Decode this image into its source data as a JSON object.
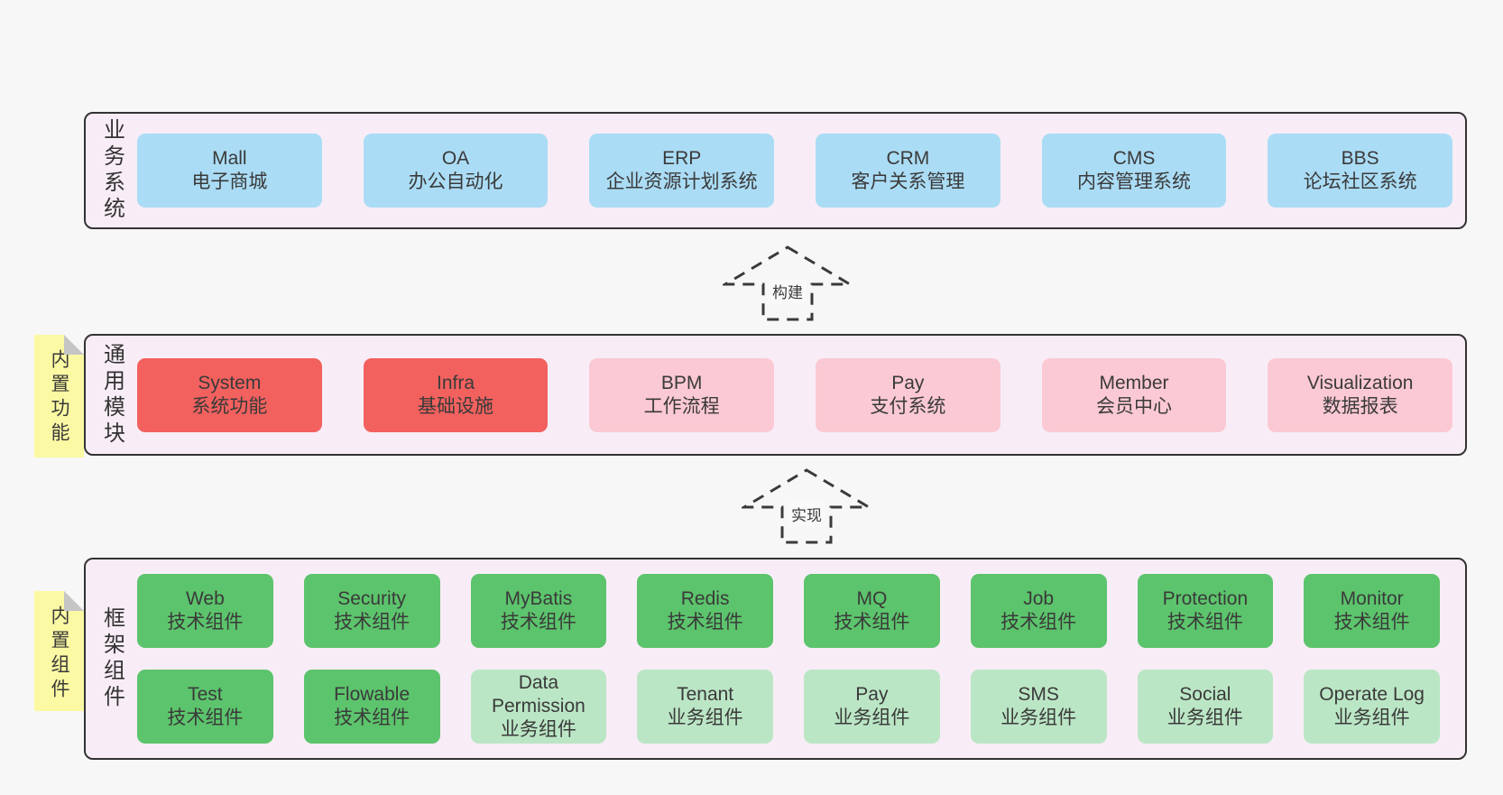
{
  "diagram": {
    "arrows": [
      {
        "label": "构建"
      },
      {
        "label": "实现"
      }
    ],
    "layers": [
      {
        "label": "业务系统",
        "boxes": [
          {
            "en": "Mall",
            "zh": "电子商城"
          },
          {
            "en": "OA",
            "zh": "办公自动化"
          },
          {
            "en": "ERP",
            "zh": "企业资源计划系统"
          },
          {
            "en": "CRM",
            "zh": "客户关系管理"
          },
          {
            "en": "CMS",
            "zh": "内容管理系统"
          },
          {
            "en": "BBS",
            "zh": "论坛社区系统"
          }
        ]
      },
      {
        "tab": "内置功能",
        "label": "通用模块",
        "boxes": [
          {
            "en": "System",
            "zh": "系统功能"
          },
          {
            "en": "Infra",
            "zh": "基础设施"
          },
          {
            "en": "BPM",
            "zh": "工作流程"
          },
          {
            "en": "Pay",
            "zh": "支付系统"
          },
          {
            "en": "Member",
            "zh": "会员中心"
          },
          {
            "en": "Visualization",
            "zh": "数据报表"
          }
        ]
      },
      {
        "tab": "内置组件",
        "label": "框架组件",
        "rows": [
          [
            {
              "en": "Web",
              "zh": "技术组件"
            },
            {
              "en": "Security",
              "zh": "技术组件"
            },
            {
              "en": "MyBatis",
              "zh": "技术组件"
            },
            {
              "en": "Redis",
              "zh": "技术组件"
            },
            {
              "en": "MQ",
              "zh": "技术组件"
            },
            {
              "en": "Job",
              "zh": "技术组件"
            },
            {
              "en": "Protection",
              "zh": "技术组件"
            },
            {
              "en": "Monitor",
              "zh": "技术组件"
            }
          ],
          [
            {
              "en": "Test",
              "zh": "技术组件"
            },
            {
              "en": "Flowable",
              "zh": "技术组件"
            },
            {
              "en": "Data Permission",
              "zh": "业务组件"
            },
            {
              "en": "Tenant",
              "zh": "业务组件"
            },
            {
              "en": "Pay",
              "zh": "业务组件"
            },
            {
              "en": "SMS",
              "zh": "业务组件"
            },
            {
              "en": "Social",
              "zh": "业务组件"
            },
            {
              "en": "Operate Log",
              "zh": "业务组件"
            }
          ]
        ]
      }
    ],
    "colors": {
      "page_background": "#f7f7f7",
      "panel_background": "#f8edf6",
      "panel_border": "#333333",
      "business_box_blue": "#abdcf5",
      "core_module_red": "#f2615e",
      "module_pink": "#fbc9d3",
      "tech_component_green": "#5cc46c",
      "biz_component_light_green": "#bbe6c5",
      "sticky_tab_yellow": "#fbf9a3",
      "sticky_fold_gray": "#c5c5c5",
      "text": "#3a3a3a"
    }
  }
}
